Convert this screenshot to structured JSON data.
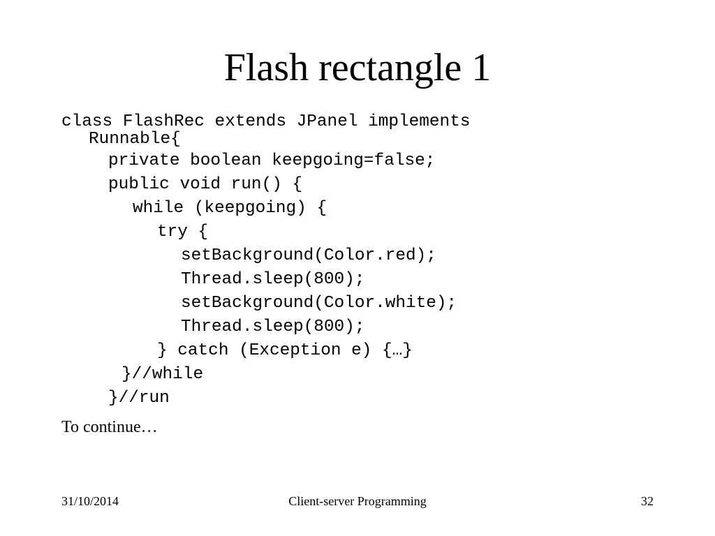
{
  "slide": {
    "title": "Flash rectangle 1",
    "code_lines": [
      "class FlashRec extends JPanel implements",
      "Runnable{",
      "private boolean keepgoing=false;",
      "public void run() {",
      "while (keepgoing) {",
      "try {",
      "setBackground(Color.red);",
      "Thread.sleep(800);",
      "setBackground(Color.white);",
      "Thread.sleep(800);",
      "} catch (Exception e) {…}",
      "}//while",
      "}//run"
    ],
    "continue_text": "To continue…"
  },
  "footer": {
    "date": "31/10/2014",
    "course": "Client-server Programming",
    "page_number": "32"
  }
}
